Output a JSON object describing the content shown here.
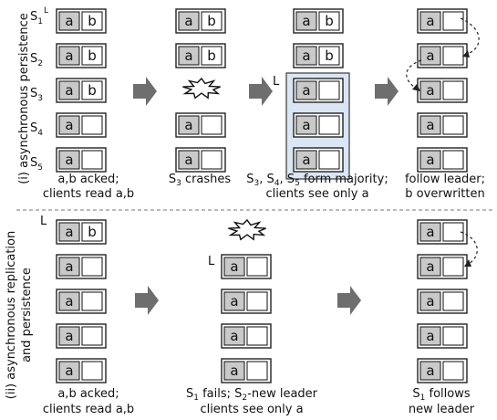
{
  "colors": {
    "acked_fill": "#c9c9c9",
    "majority_fill": "#dbe6f4",
    "majority_stroke": "#3a3a3a",
    "arrow": "#6e6e6e",
    "box_stroke": "#222222"
  },
  "part_i": {
    "side_label": "(i) asynchronous persistence",
    "servers": [
      {
        "name": "S",
        "sub": "1",
        "sup": "L"
      },
      {
        "name": "S",
        "sub": "2"
      },
      {
        "name": "S",
        "sub": "3"
      },
      {
        "name": "S",
        "sub": "4"
      },
      {
        "name": "S",
        "sub": "5"
      }
    ],
    "col1": {
      "rows": [
        "a b",
        "a b",
        "a b",
        "a",
        "a"
      ],
      "caption": [
        "a,b acked;",
        "clients read a,b"
      ]
    },
    "col2": {
      "rows": [
        "a b",
        "a b",
        "crash",
        "a",
        "a"
      ],
      "caption": "S3 crashes"
    },
    "col3": {
      "rows": [
        "a b",
        "a b",
        "a",
        "a",
        "a"
      ],
      "leader_mark": "L",
      "caption_line1": {
        "s": "S",
        "n3": "3",
        "comma": ", ",
        "n4": "4",
        "n5": "5",
        "rest": " form majority;"
      },
      "caption_line2": "clients see only a"
    },
    "col4": {
      "rows": [
        "a",
        "a",
        "a",
        "a",
        "a"
      ],
      "caption": [
        "follow leader;",
        "b overwritten"
      ]
    }
  },
  "part_ii": {
    "side_label_1": "(ii) asynchronous replication",
    "side_label_2": "and persistence",
    "leader_mark_top": "L",
    "col1": {
      "rows": [
        "a b",
        "a",
        "a",
        "a",
        "a"
      ],
      "caption": [
        "a,b acked;",
        "clients read a,b"
      ]
    },
    "col2": {
      "rows": [
        "crash",
        "a",
        "a",
        "a",
        "a"
      ],
      "leader_mark": "L",
      "caption_line1": {
        "s1": "S",
        "n1": "1",
        "mid": " fails; S",
        "n2": "2",
        "rest": "-new leader"
      },
      "caption_line2": "clients see only a"
    },
    "col3": {
      "rows": [
        "a",
        "a",
        "a",
        "a",
        "a"
      ],
      "caption_line1": {
        "s": "S",
        "n1": "1",
        "rest": " follows"
      },
      "caption_line2": "new leader"
    }
  },
  "cell_letters": {
    "a": "a",
    "b": "b"
  }
}
